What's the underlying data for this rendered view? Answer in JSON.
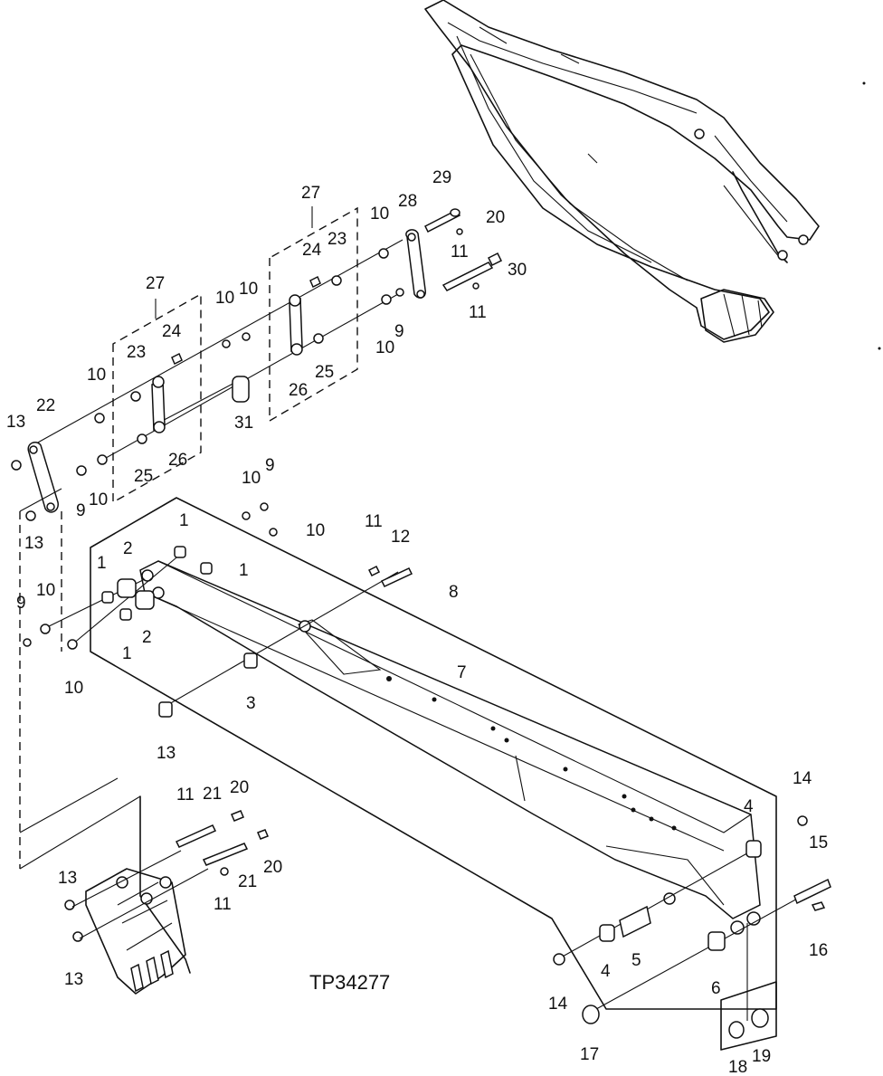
{
  "figure": {
    "caption": "TP34277",
    "callouts": [
      "1",
      "2",
      "3",
      "4",
      "5",
      "6",
      "7",
      "8",
      "9",
      "10",
      "11",
      "12",
      "13",
      "14",
      "15",
      "16",
      "17",
      "18",
      "19",
      "20",
      "21",
      "22",
      "23",
      "24",
      "25",
      "26",
      "27",
      "28",
      "29",
      "30",
      "31"
    ]
  }
}
